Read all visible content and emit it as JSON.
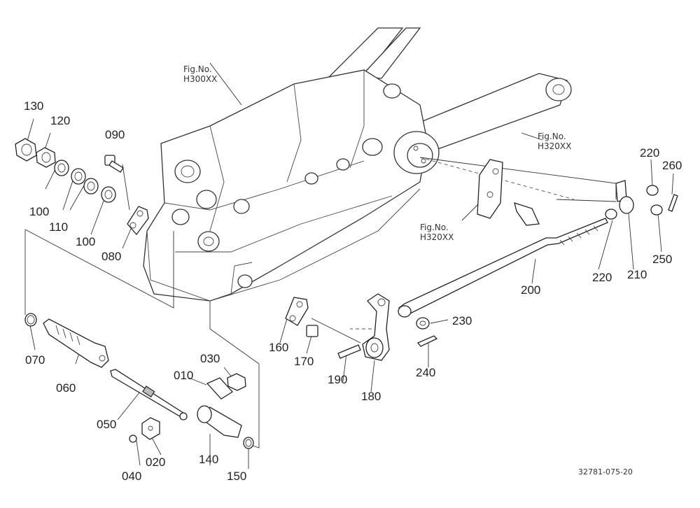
{
  "figure_refs": [
    {
      "id": "h300",
      "line1": "Fig.No.",
      "line2": "H300XX"
    },
    {
      "id": "h320a",
      "line1": "Fig.No.",
      "line2": "H320XX"
    },
    {
      "id": "h320b",
      "line1": "Fig.No.",
      "line2": "H320XX"
    }
  ],
  "part_labels": {
    "p010": "010",
    "p020": "020",
    "p030": "030",
    "p040": "040",
    "p050": "050",
    "p060": "060",
    "p070": "070",
    "p080": "080",
    "p090": "090",
    "p100a": "100",
    "p100b": "100",
    "p110": "110",
    "p120": "120",
    "p130": "130",
    "p140": "140",
    "p150": "150",
    "p160": "160",
    "p170": "170",
    "p180": "180",
    "p190": "190",
    "p200": "200",
    "p210": "210",
    "p220a": "220",
    "p220b": "220",
    "p230": "230",
    "p240": "240",
    "p250": "250",
    "p260": "260"
  },
  "drawing_number": "32781-075-20"
}
